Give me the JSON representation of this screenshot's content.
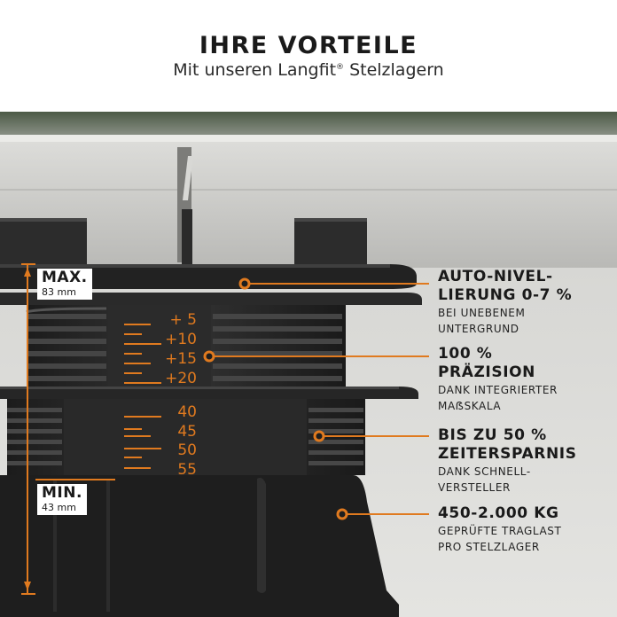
{
  "header": {
    "title": "IHRE VORTEILE",
    "subtitle_text": "Mit unseren Langfit",
    "subtitle_mark": "®",
    "subtitle_tail": " Stelzlagern"
  },
  "badges": {
    "max": {
      "label": "MAX.",
      "value": "83 mm"
    },
    "min": {
      "label": "MIN.",
      "value": "43 mm"
    }
  },
  "scale_upper": [
    "+ 5",
    "+10",
    "+15",
    "+20"
  ],
  "scale_lower": [
    "40",
    "45",
    "50",
    "55"
  ],
  "features": [
    {
      "title_1": "AUTO-NIVEL-",
      "title_2": "LIERUNG 0-7 %",
      "desc_1": "BEI UNEBENEM",
      "desc_2": "UNTERGRUND"
    },
    {
      "title_1": "100 %",
      "title_2": "PRÄZISION",
      "desc_1": "DANK INTEGRIERTER",
      "desc_2": "MAẞSKALA"
    },
    {
      "title_1": "BIS ZU 50 %",
      "title_2": "ZEITERSPARNIS",
      "desc_1": "DANK SCHNELL-",
      "desc_2": "VERSTELLER"
    },
    {
      "title_1": "450-2.000 KG",
      "title_2": "",
      "desc_1": "GEPRÜFTE TRAGLAST",
      "desc_2": "PRO STELZLAGER"
    }
  ],
  "colors": {
    "accent": "#e07a1f",
    "pedestal": "#262626",
    "slab": "#d2d2cf",
    "text": "#1a1a1a"
  }
}
